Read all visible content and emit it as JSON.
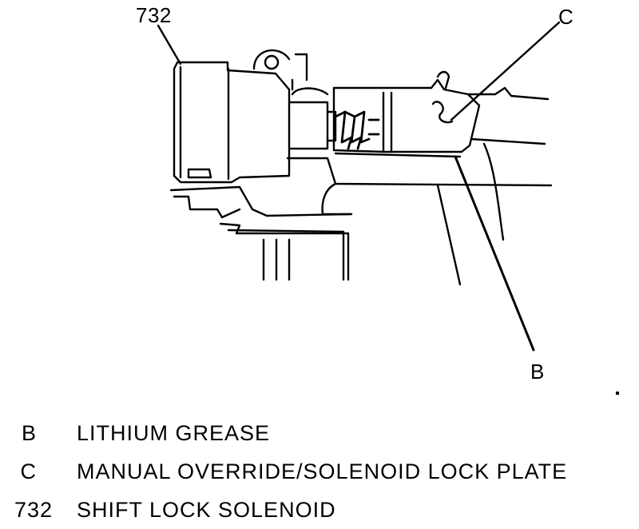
{
  "callouts": {
    "solenoid": "732",
    "override": "C",
    "grease": "B"
  },
  "legend": [
    {
      "key": "B",
      "text": "LITHIUM GREASE"
    },
    {
      "key": "C",
      "text": "MANUAL OVERRIDE/SOLENOID LOCK PLATE"
    },
    {
      "key": "732",
      "text": "SHIFT LOCK SOLENOID"
    }
  ]
}
